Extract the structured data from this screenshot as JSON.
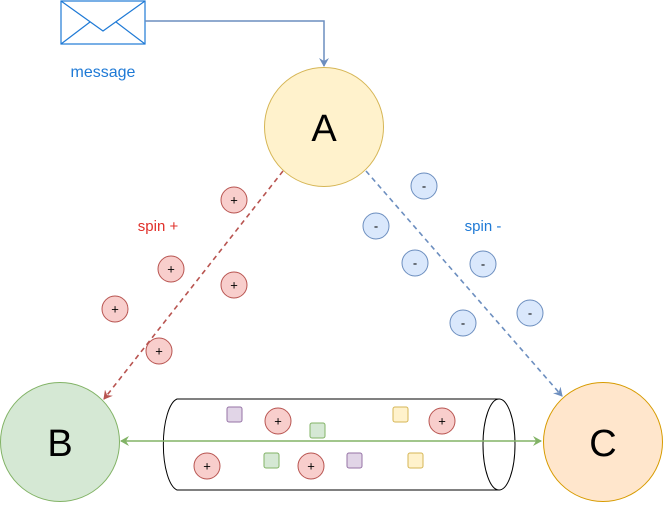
{
  "message": {
    "label": "message",
    "color": "#1f7ad6"
  },
  "nodes": {
    "A": {
      "label": "A",
      "fill": "#fff2cc",
      "stroke": "#d6b656"
    },
    "B": {
      "label": "B",
      "fill": "#d5e8d4",
      "stroke": "#82b366"
    },
    "C": {
      "label": "C",
      "fill": "#ffe6cc",
      "stroke": "#d79b00"
    }
  },
  "edges": {
    "a_to_b": {
      "label": "spin +",
      "color": "#b85450",
      "label_color": "#e0302a"
    },
    "a_to_c": {
      "label": "spin -",
      "color": "#6c8ebf",
      "label_color": "#1f7ad6"
    },
    "b_c": {
      "color": "#82b366"
    },
    "message_to_a": {
      "color": "#6c8ebf"
    }
  },
  "particles": {
    "plus": {
      "text": "+",
      "fill": "#f8cecc",
      "stroke": "#b85450"
    },
    "minus": {
      "text": "-",
      "fill": "#dae8fc",
      "stroke": "#6c8ebf"
    }
  },
  "squares": {
    "purple": {
      "fill": "#e1d5e7",
      "stroke": "#9673a6"
    },
    "green": {
      "fill": "#d5e8d4",
      "stroke": "#82b366"
    },
    "yellow": {
      "fill": "#fff2cc",
      "stroke": "#d6b656"
    }
  }
}
